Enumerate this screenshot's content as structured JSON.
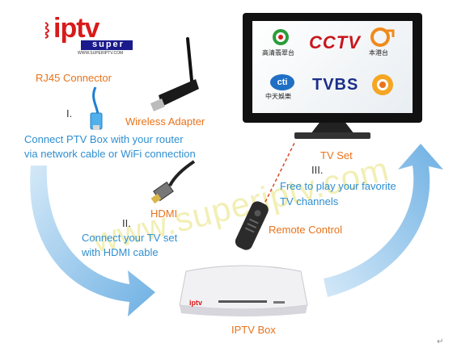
{
  "logo": {
    "text": "iptv",
    "sub": "super",
    "url": "WWW.SUPERIPTV.COM"
  },
  "watermark": "www.superiptv.com",
  "labels": {
    "rj45": "RJ45 Connector",
    "wireless": "Wireless Adapter",
    "hdmi": "HDMI",
    "tv_set": "TV Set",
    "remote": "Remote Control",
    "box": "IPTV Box"
  },
  "steps": {
    "one": {
      "num": "I.",
      "line1": "Connect PTV Box with your router",
      "line2": "via network cable or WiFi connection"
    },
    "two": {
      "num": "II.",
      "line1": "Connect your TV set",
      "line2": "with HDMI cable"
    },
    "three": {
      "num": "III.",
      "line1": "Free to play your favorite",
      "line2": "TV channels"
    }
  },
  "channels": [
    {
      "name": "tvb",
      "caption": "高清翡翠台"
    },
    {
      "name": "cctv",
      "text": "CCTV"
    },
    {
      "name": "hk",
      "caption": "本港台"
    },
    {
      "name": "ctitv",
      "caption": "中天娛樂"
    },
    {
      "name": "tvbs",
      "text": "TVBS"
    },
    {
      "name": "hunan",
      "caption": ""
    }
  ],
  "colors": {
    "orange": "#e8731c",
    "blue": "#2f8fd0",
    "arrow": "#6fb6e8"
  }
}
